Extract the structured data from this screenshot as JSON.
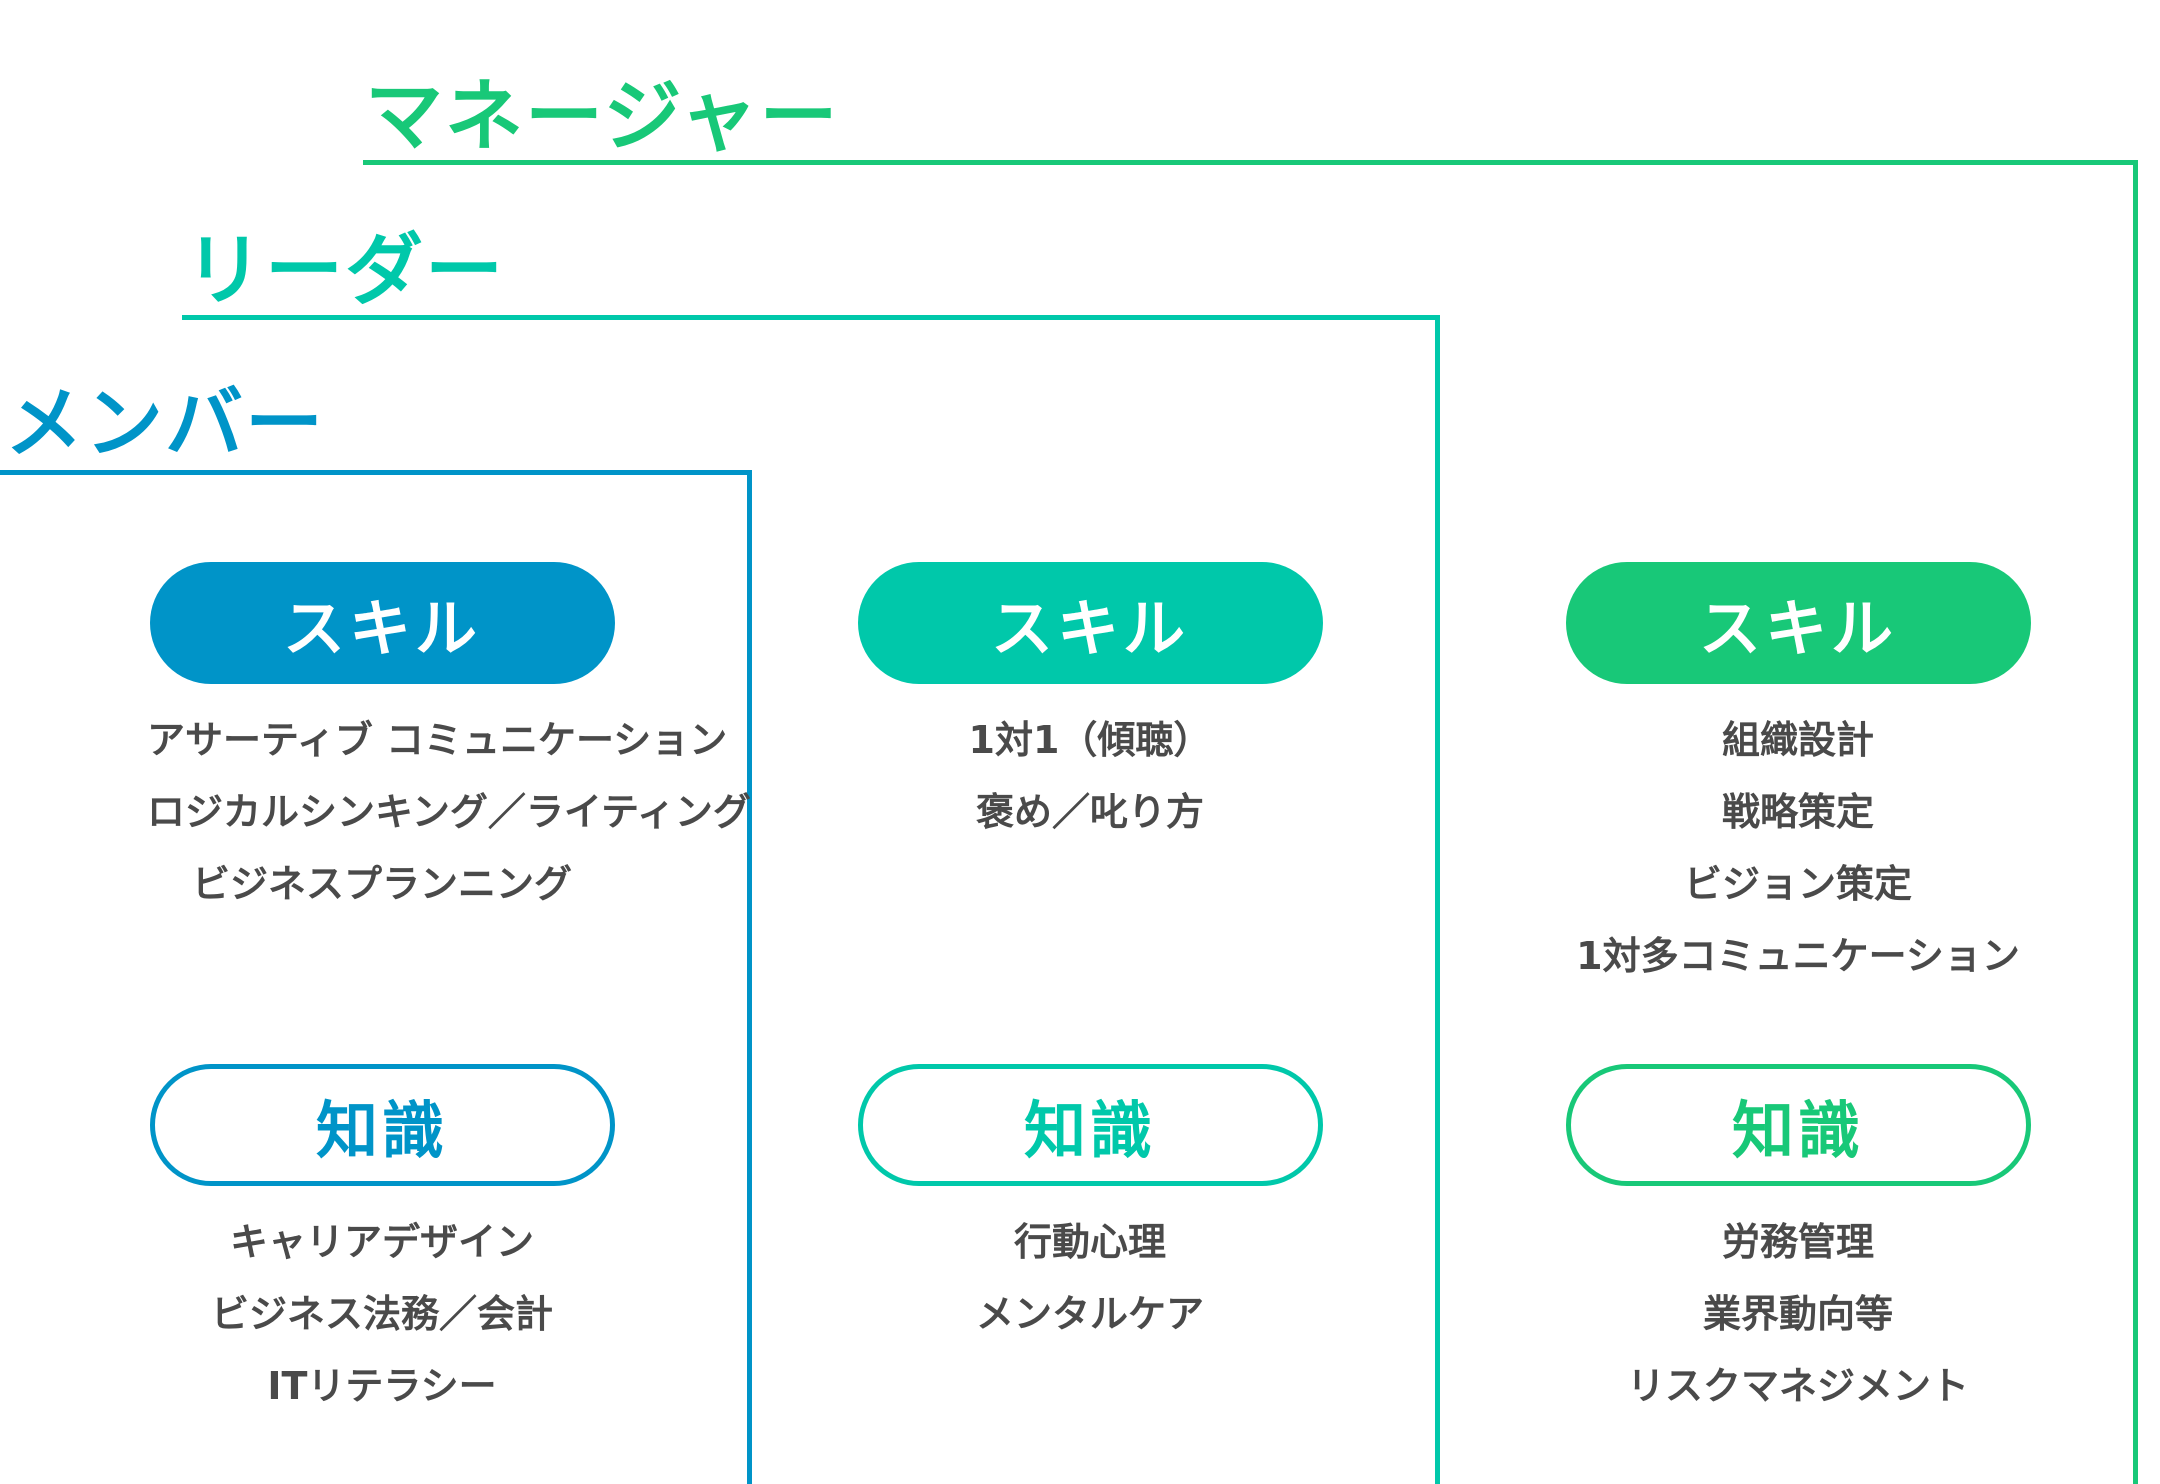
{
  "tiers": [
    {
      "title": "メンバー",
      "color": "#0094c8",
      "skill_label": "スキル",
      "skills": [
        "アサーティブ コミュニケーション",
        "ロジカルシンキング／ライティング",
        "ビジネスプランニング"
      ],
      "knowledge_label": "知識",
      "knowledge": [
        "キャリアデザイン",
        "ビジネス法務／会計",
        "ITリテラシー"
      ]
    },
    {
      "title": "リーダー",
      "color": "#00c8aa",
      "skill_label": "スキル",
      "skills": [
        "1対1（傾聴）",
        "褒め／叱り方"
      ],
      "knowledge_label": "知識",
      "knowledge": [
        "行動心理",
        "メンタルケア"
      ]
    },
    {
      "title": "マネージャー",
      "color": "#18c878",
      "skill_label": "スキル",
      "skills": [
        "組織設計",
        "戦略策定",
        "ビジョン策定",
        "1対多コミュニケーション"
      ],
      "knowledge_label": "知識",
      "knowledge": [
        "労務管理",
        "業界動向等",
        "リスクマネジメント"
      ]
    }
  ]
}
